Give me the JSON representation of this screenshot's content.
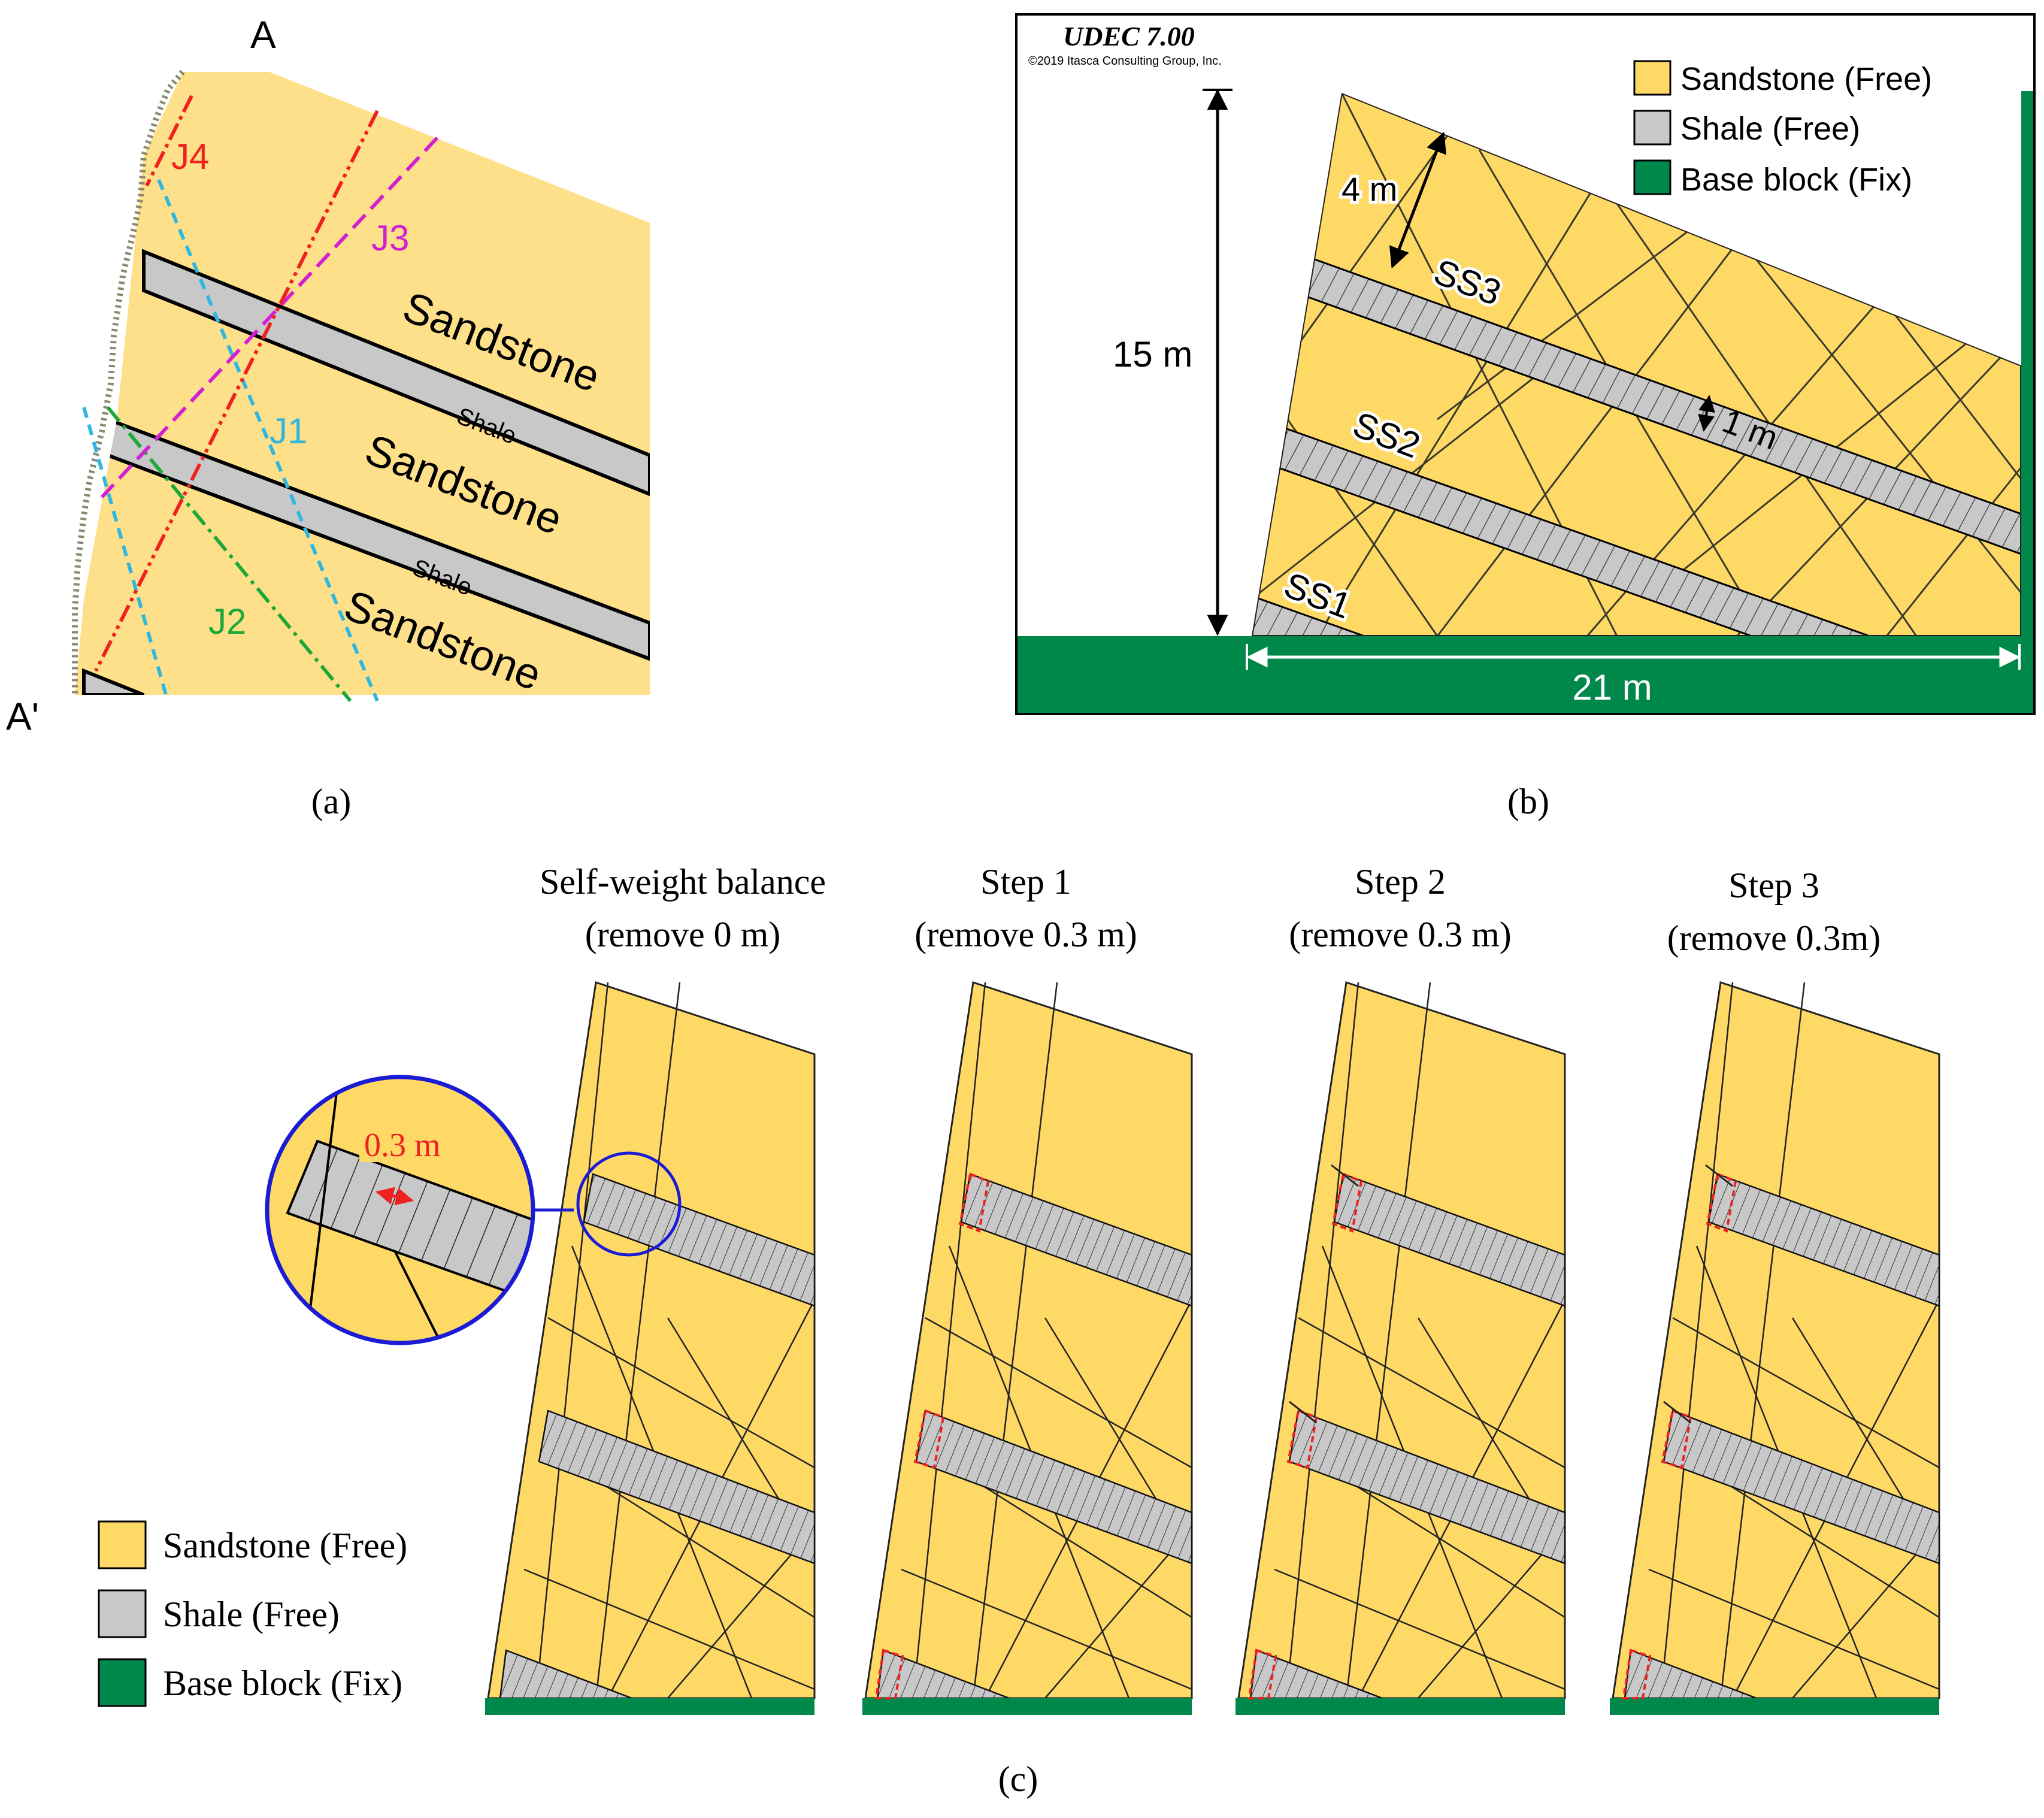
{
  "colors": {
    "sandstone": "#FFD966",
    "sandstone_light": "#FFE08A",
    "shale": "#C8C8C8",
    "base": "#00874A",
    "J1": "#2FB7E0",
    "J2": "#1FA83A",
    "J3": "#D21FD2",
    "J4": "#EE2020",
    "outline": "#000000",
    "zoom_circle": "#1B1BD6",
    "removed": "#EE2020"
  },
  "panel_a": {
    "label": "(a)",
    "section_start": "A",
    "section_end": "A'",
    "joints": [
      "J1",
      "J2",
      "J3",
      "J4"
    ],
    "layers": [
      "Sandstone",
      "Shale",
      "Sandstone",
      "Shale",
      "Sandstone"
    ]
  },
  "panel_b": {
    "label": "(b)",
    "software_title": "UDEC 7.00",
    "copyright": "©2019 Itasca Consulting Group, Inc.",
    "legend": [
      {
        "label": "Sandstone (Free)",
        "color": "#FFD966"
      },
      {
        "label": "Shale (Free)",
        "color": "#C8C8C8"
      },
      {
        "label": "Base block (Fix)",
        "color": "#00874A"
      }
    ],
    "shale_layers": [
      "SS3",
      "SS2",
      "SS1"
    ],
    "dim_height": "15 m",
    "dim_width": "21 m",
    "dim_top": "4 m",
    "dim_shale": "1 m"
  },
  "panel_c": {
    "label": "(c)",
    "zoom_label": "0.3 m",
    "steps": [
      {
        "title": "Self-weight balance",
        "subtitle": "(remove 0 m)"
      },
      {
        "title": "Step 1",
        "subtitle": "(remove 0.3 m)"
      },
      {
        "title": "Step 2",
        "subtitle": "(remove 0.3 m)"
      },
      {
        "title": "Step 3",
        "subtitle": "(remove 0.3m)"
      }
    ],
    "legend": [
      {
        "label": "Sandstone (Free)",
        "color": "#FFD966"
      },
      {
        "label": "Shale (Free)",
        "color": "#C8C8C8"
      },
      {
        "label": "Base block (Fix)",
        "color": "#00874A"
      }
    ]
  }
}
